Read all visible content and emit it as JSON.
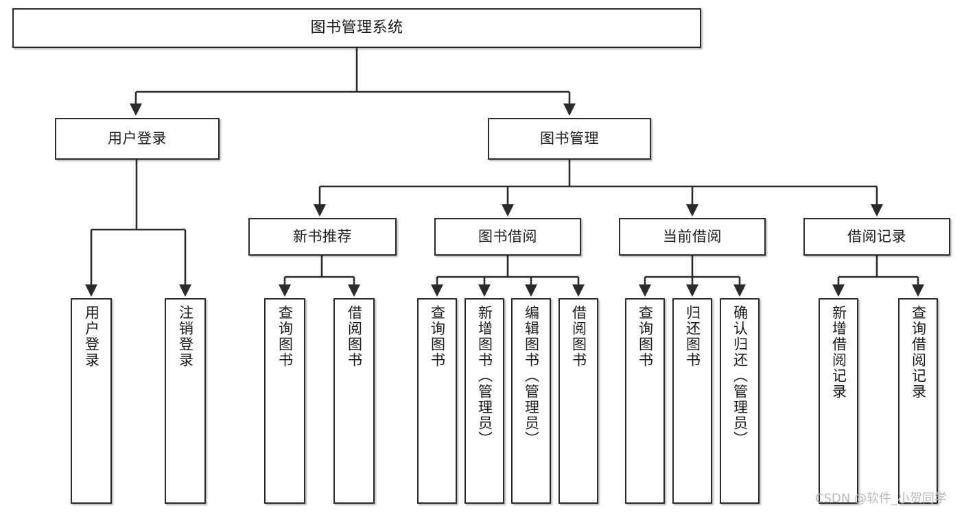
{
  "diagram": {
    "type": "tree",
    "title": "图书管理系统",
    "orientation": "top-down",
    "colors": {
      "background": "#ffffff",
      "node_border": "#2b2b2b",
      "node_fill": "#ffffff",
      "edge": "#2b2b2b",
      "text": "#1a1a1a",
      "watermark": "#b9b9b9"
    },
    "root": {
      "label": "图书管理系统"
    },
    "tier1": [
      {
        "label": "用户登录"
      },
      {
        "label": "图书管理"
      }
    ],
    "tier2": [
      {
        "label": "新书推荐"
      },
      {
        "label": "图书借阅"
      },
      {
        "label": "当前借阅"
      },
      {
        "label": "借阅记录"
      }
    ],
    "leaves": {
      "user_login": [
        {
          "label": "用户登录"
        },
        {
          "label": "注销登录"
        }
      ],
      "new_book_recommend": [
        {
          "label": "查询图书"
        },
        {
          "label": "借阅图书"
        }
      ],
      "book_borrow": [
        {
          "label": "查询图书"
        },
        {
          "label": "新增图书（管理员）"
        },
        {
          "label": "编辑图书（管理员）"
        },
        {
          "label": "借阅图书"
        }
      ],
      "current_borrow": [
        {
          "label": "查询图书"
        },
        {
          "label": "归还图书"
        },
        {
          "label": "确认归还（管理员）"
        }
      ],
      "borrow_record": [
        {
          "label": "新增借阅记录"
        },
        {
          "label": "查询借阅记录"
        }
      ]
    }
  },
  "watermark": {
    "text": "CSDN @软件_小贺同学"
  }
}
